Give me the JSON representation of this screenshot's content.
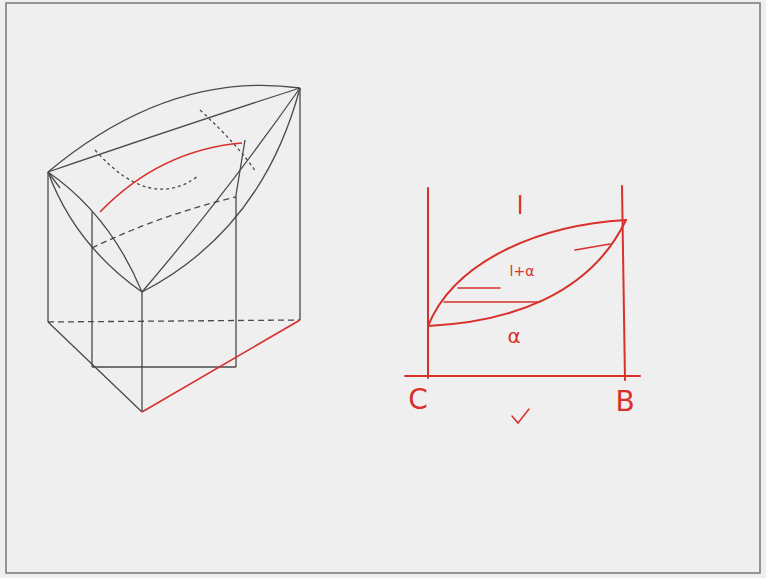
{
  "diagram": {
    "labels": [
      "l",
      "l+α",
      "α",
      "C",
      "B"
    ]
  }
}
